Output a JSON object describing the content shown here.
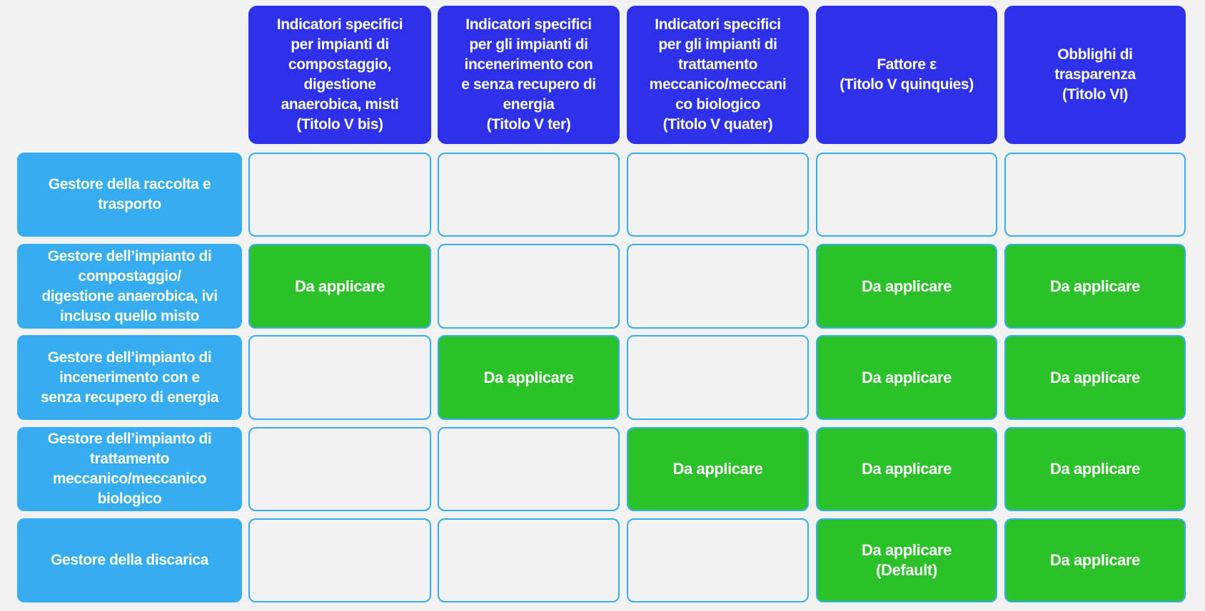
{
  "columns": [
    "Indicatori specifici\nper impianti di\ncompostaggio,\ndigestione\nanaerobica, misti\n(Titolo V bis)",
    "Indicatori specifici\nper gli impianti di\nincenerimento con\ne senza recupero di\nenergia\n(Titolo V ter)",
    "Indicatori specifici\nper gli impianti di\ntrattamento\nmeccanico/meccani\nco biologico\n(Titolo V quater)",
    "Fattore ε\n(Titolo V quinquies)",
    "Obblighi di\ntrasparenza\n(Titolo VI)"
  ],
  "rows": [
    {
      "label": "Gestore della raccolta e\ntrasporto",
      "cells": [
        "",
        "",
        "",
        "",
        ""
      ]
    },
    {
      "label": "Gestore dell’impianto di\ncompostaggio/\ndigestione anaerobica, ivi\nincluso quello misto",
      "cells": [
        "Da applicare",
        "",
        "",
        "Da applicare",
        "Da applicare"
      ]
    },
    {
      "label": "Gestore dell’impianto di\nincenerimento con e\nsenza recupero di energia",
      "cells": [
        "",
        "Da applicare",
        "",
        "Da applicare",
        "Da applicare"
      ]
    },
    {
      "label": "Gestore dell’impianto di\ntrattamento\nmeccanico/meccanico\nbiologico",
      "cells": [
        "",
        "",
        "Da applicare",
        "Da applicare",
        "Da applicare"
      ]
    },
    {
      "label": "Gestore della discarica",
      "cells": [
        "",
        "",
        "",
        "Da applicare\n(Default)",
        "Da applicare"
      ]
    }
  ],
  "colors": {
    "column_header": "#2e31ea",
    "row_header": "#35adf0",
    "applicable": "#2bc128",
    "empty": "#f2f2f2"
  }
}
